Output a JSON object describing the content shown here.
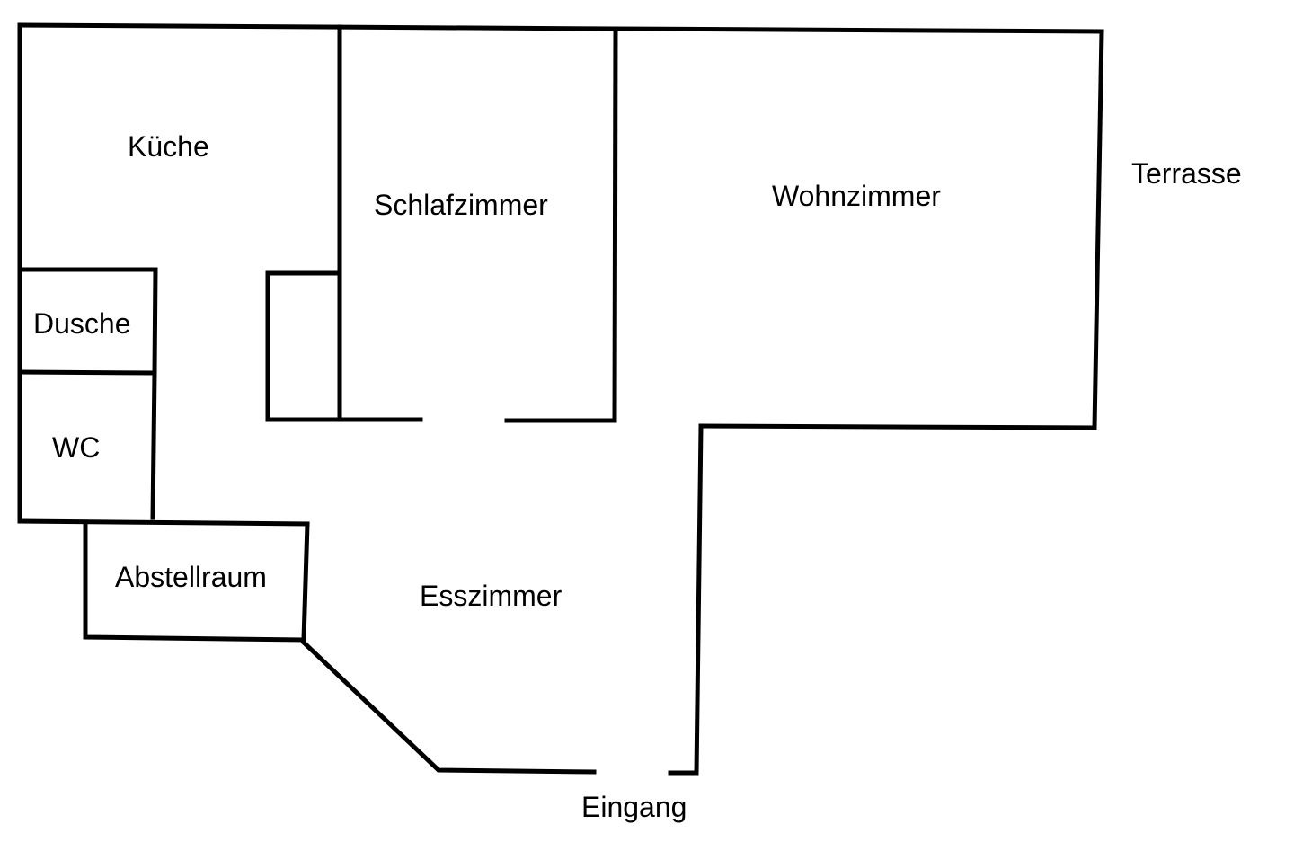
{
  "floorplan": {
    "rooms": {
      "kueche": "Küche",
      "schlafzimmer": "Schlafzimmer",
      "wohnzimmer": "Wohnzimmer",
      "terrasse": "Terrasse",
      "dusche": "Dusche",
      "wc": "WC",
      "abstellraum": "Abstellraum",
      "esszimmer": "Esszimmer",
      "eingang": "Eingang"
    }
  }
}
